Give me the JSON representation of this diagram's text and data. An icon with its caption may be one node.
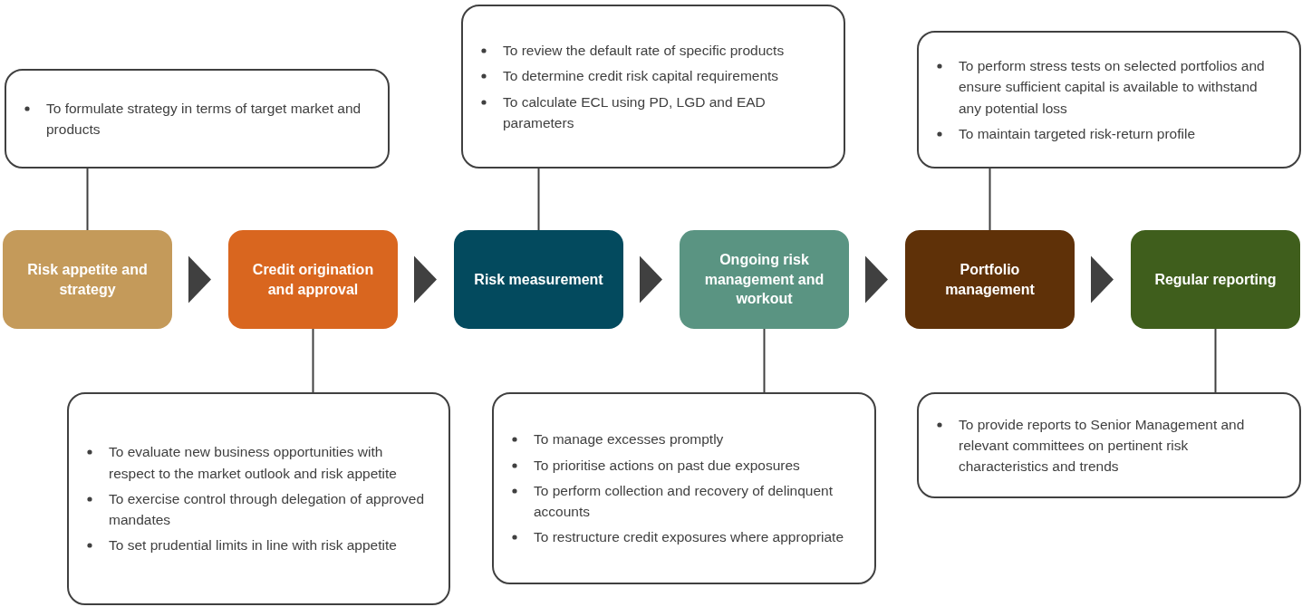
{
  "diagram": {
    "nodes": [
      {
        "text": [
          "Risk appetite and strategy"
        ]
      },
      {
        "text": [
          "Credit origination and approval"
        ]
      },
      {
        "text": [
          "Risk measurement"
        ]
      },
      {
        "text": [
          "Ongoing risk management and workout"
        ]
      },
      {
        "text": [
          "Portfolio management"
        ]
      },
      {
        "text": [
          "Regular reporting"
        ]
      },
      {
        "text": [
          "To formulate strategy in terms of target market and products"
        ]
      },
      {
        "text": [
          "To review the default rate of specific products",
          "To determine credit risk capital requirements",
          "To calculate ECL using PD, LGD and EAD parameters"
        ]
      },
      {
        "text": [
          "To perform stress tests on selected portfolios and ensure sufficient capital is available to withstand any potential loss",
          "To maintain targeted risk-return profile"
        ]
      },
      {
        "text": [
          "To evaluate new business opportunities with respect to the market outlook and risk appetite",
          "To exercise control through delegation of approved mandates",
          "To set prudential limits in line with risk appetite"
        ]
      },
      {
        "text": [
          "To manage excesses promptly",
          "To prioritise actions on past due exposures",
          "To perform collection and recovery of delinquent accounts",
          "To restructure credit exposures where appropriate"
        ]
      },
      {
        "text": [
          "To provide reports to Senior Management and relevant committees on pertinent risk characteristics and trends"
        ]
      }
    ],
    "edges": [
      {
        "from": 0,
        "to": 1,
        "arrow": "to"
      },
      {
        "from": 1,
        "to": 2,
        "arrow": "to"
      },
      {
        "from": 2,
        "to": 3,
        "arrow": "to"
      },
      {
        "from": 3,
        "to": 4,
        "arrow": "to"
      },
      {
        "from": 4,
        "to": 5,
        "arrow": "to"
      },
      {
        "from": 0,
        "to": 6,
        "arrow": "none"
      },
      {
        "from": 2,
        "to": 7,
        "arrow": "none"
      },
      {
        "from": 4,
        "to": 8,
        "arrow": "none"
      },
      {
        "from": 1,
        "to": 9,
        "arrow": "none"
      },
      {
        "from": 3,
        "to": 10,
        "arrow": "none"
      },
      {
        "from": 5,
        "to": 11,
        "arrow": "none"
      }
    ]
  }
}
